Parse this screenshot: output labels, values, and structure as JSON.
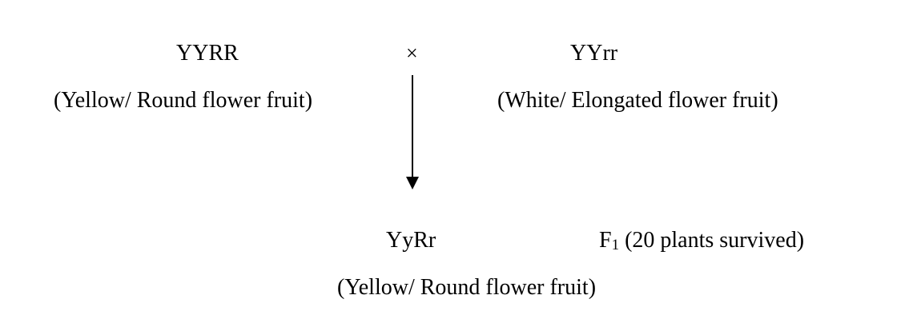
{
  "parent1": {
    "genotype": "YYRR",
    "phenotype": "(Yellow/ Round flower fruit)"
  },
  "cross_symbol": "×",
  "parent2": {
    "genotype": "YYrr",
    "phenotype": "(White/ Elongated flower fruit)"
  },
  "offspring": {
    "genotype": "YyRr",
    "generation_letter": "F",
    "generation_subscript": "1",
    "survival_note": " (20 plants survived)",
    "phenotype": "(Yellow/ Round flower fruit)"
  }
}
